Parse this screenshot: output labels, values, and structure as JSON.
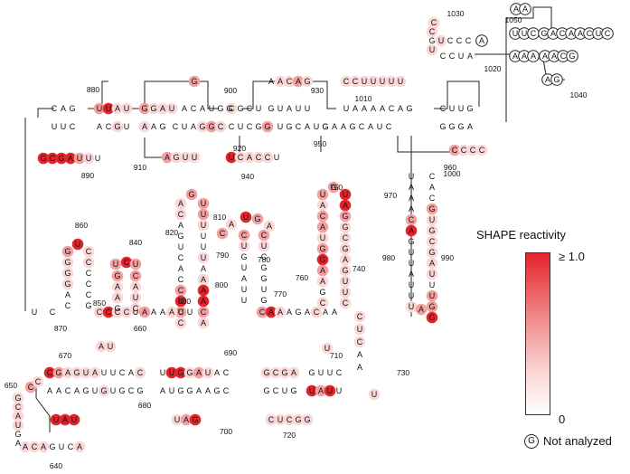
{
  "legend": {
    "title": "SHAPE reactivity",
    "max_label": "≥ 1.0",
    "min_label": "0",
    "not_analyzed_symbol": "G",
    "not_analyzed_label": "Not analyzed",
    "colors": {
      "high": "#e4242b",
      "mid": "#f3a0a0",
      "low": "#ffffff"
    }
  },
  "position_labels": [
    "640",
    "650",
    "660",
    "670",
    "680",
    "690",
    "700",
    "710",
    "720",
    "730",
    "740",
    "750",
    "760",
    "770",
    "780",
    "790",
    "800",
    "810",
    "820",
    "830",
    "840",
    "850",
    "860",
    "870",
    "880",
    "890",
    "900",
    "910",
    "920",
    "930",
    "940",
    "950",
    "960",
    "970",
    "980",
    "990",
    "1000",
    "1010",
    "1020",
    "1030",
    "1040",
    "1050"
  ],
  "nucleotides": [
    "C",
    "A",
    "G",
    "U",
    "U",
    "A",
    "U",
    "U",
    "U",
    "C",
    "A",
    "C",
    "G",
    "U",
    "G",
    "C",
    "G",
    "A",
    "U",
    "U",
    "U",
    "G",
    "G",
    "A",
    "U",
    "A",
    "C",
    "A",
    "U",
    "G",
    "G",
    "A",
    "A",
    "G",
    "C",
    "U",
    "A",
    "G",
    "G",
    "C",
    "G",
    "A",
    "G",
    "U",
    "U",
    "C",
    "G",
    "C",
    "U",
    "G",
    "U",
    "A",
    "U",
    "U",
    "C",
    "U",
    "C",
    "G",
    "G",
    "U",
    "G",
    "C",
    "A",
    "U",
    "G",
    "A",
    "A",
    "C",
    "A",
    "G",
    "U",
    "C",
    "A",
    "C",
    "C",
    "U",
    "C",
    "C",
    "U",
    "U",
    "U",
    "U",
    "U",
    "U",
    "A",
    "A",
    "A",
    "A",
    "C",
    "A",
    "G",
    "G",
    "A",
    "A",
    "G",
    "C",
    "A",
    "U",
    "C",
    "C",
    "U",
    "U",
    "G",
    "G",
    "G",
    "G",
    "A",
    "C",
    "C",
    "C",
    "C",
    "C",
    "C",
    "G",
    "U",
    "U",
    "C",
    "C",
    "C",
    "C",
    "C",
    "U",
    "A",
    "A",
    "A",
    "A",
    "U",
    "U",
    "C",
    "A",
    "A",
    "A",
    "G",
    "A",
    "C",
    "A",
    "A",
    "C",
    "U",
    "C",
    "A",
    "A",
    "C",
    "G",
    "A",
    "G",
    "U",
    "A",
    "A",
    "A"
  ]
}
